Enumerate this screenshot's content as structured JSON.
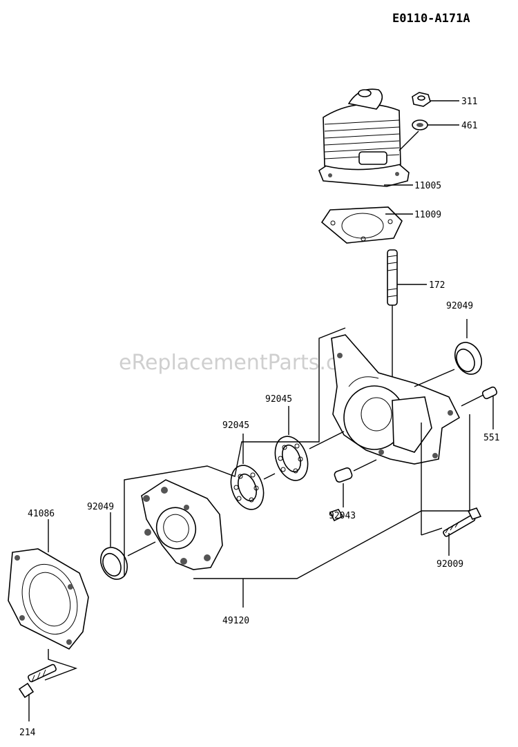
{
  "diagram_code": "E0110-A171A",
  "watermark": "eReplacementParts.com",
  "parts": [
    {
      "id": "p311",
      "number": "311"
    },
    {
      "id": "p461",
      "number": "461"
    },
    {
      "id": "p11005",
      "number": "11005"
    },
    {
      "id": "p11009",
      "number": "11009"
    },
    {
      "id": "p172",
      "number": "172"
    },
    {
      "id": "p92049a",
      "number": "92049"
    },
    {
      "id": "p551",
      "number": "551"
    },
    {
      "id": "p92045a",
      "number": "92045"
    },
    {
      "id": "p92045b",
      "number": "92045"
    },
    {
      "id": "p92043",
      "number": "92043"
    },
    {
      "id": "p92049b",
      "number": "92049"
    },
    {
      "id": "p41086",
      "number": "41086"
    },
    {
      "id": "p92009",
      "number": "92009"
    },
    {
      "id": "p49120",
      "number": "49120"
    },
    {
      "id": "p214",
      "number": "214"
    }
  ]
}
